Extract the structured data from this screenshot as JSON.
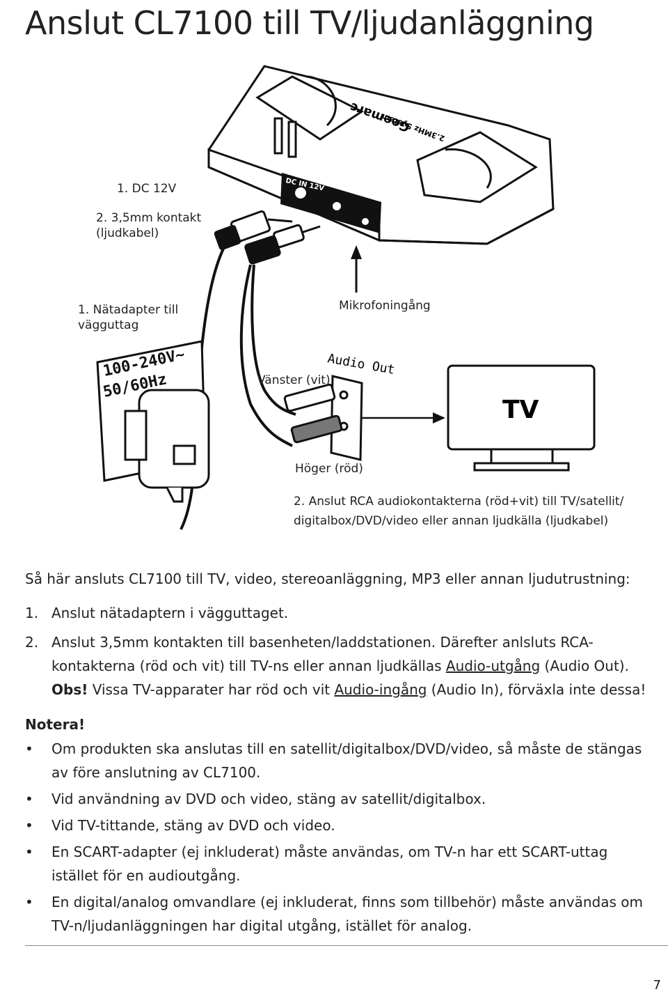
{
  "title": "Anslut CL7100 till TV/ljudanläggning",
  "diagram": {
    "label_dc": "1. DC 12V",
    "label_jack": "2. 3,5mm kontakt (ljudkabel)",
    "label_adapter": "1. Nätadapter till vägguttag",
    "label_mic": "Mikrofoningång",
    "socket_voltage": "100-240V~",
    "socket_freq": "50/60Hz",
    "label_audio_out": "Audio Out",
    "label_left": "Vänster (vit)",
    "label_right": "Höger (röd)",
    "tv_label": "TV",
    "step2_caption": "2. Anslut RCA audiokontakterna (röd+vit) till TV/satellit/ digitalbox/DVD/video eller annan ljudkälla (ljudkabel)",
    "base_brand": "Geemarc",
    "base_system": "2.3MHz System",
    "panel_dc": "DC IN 12V"
  },
  "intro": "Så här ansluts CL7100 till TV, video, stereoanläggning, MP3 eller annan ljudutrustning:",
  "steps": [
    {
      "num": "1.",
      "text": "Anslut nätadaptern i vägguttaget."
    },
    {
      "num": "2.",
      "text_a": "Anslut 3,5mm kontakten till basenheten/laddstationen. Därefter anlsluts RCA-kontakterna (röd och vit) till TV-ns eller annan ljudkällas ",
      "link_a": "Audio-utgång",
      "text_b": " (Audio Out).",
      "obs": "Obs!",
      "text_c": " Vissa TV-apparater har röd och vit ",
      "link_b": "Audio-ingång",
      "text_d": " (Audio In), förväxla inte dessa!"
    }
  ],
  "notes_title": "Notera!",
  "notes": [
    "Om produkten ska anslutas till en satellit/digitalbox/DVD/video, så måste de stängas av före anslutning av CL7100.",
    "Vid användning av DVD och video, stäng av satellit/digitalbox.",
    "Vid TV-tittande, stäng av DVD och video.",
    "En SCART-adapter (ej inkluderat) måste användas, om TV-n har ett SCART-uttag istället för en audioutgång.",
    "En digital/analog omvandlare (ej inkluderat, finns som tillbehör) måste användas om TV-n/ljudanläggningen har digital utgång, istället för analog."
  ],
  "page_number": "7"
}
